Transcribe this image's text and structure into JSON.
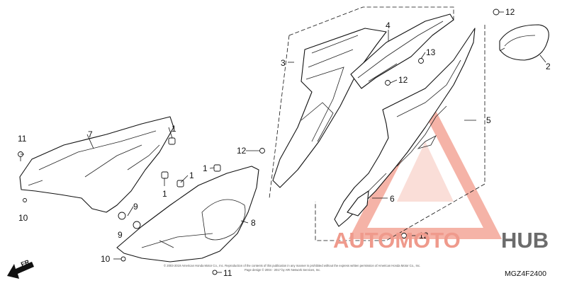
{
  "diagram": {
    "callouts": {
      "c1": "1",
      "c2": "2",
      "c3": "3",
      "c4": "4",
      "c5": "5",
      "c6": "6",
      "c7": "7",
      "c8": "8",
      "c9": "9",
      "c10": "10",
      "c11": "11",
      "c12": "12",
      "c13": "13"
    },
    "direction_label": "FR.",
    "diagram_code": "MGZ4F2400",
    "copyright_line1": "© 2003-2019 American Honda Motor Co., Inc. Reproduction of the contents of this publication in any manner is prohibited without the express written permission of American Honda Motor Co., Inc.",
    "copyright_line2": "Page design © 2004 - 2017 by ARI Network Services, Inc."
  },
  "watermark": {
    "part_a": "AUTOMOTO",
    "part_b": "HUB",
    "color_red": "#ef9a8c",
    "color_dark": "#6c6c6c"
  }
}
